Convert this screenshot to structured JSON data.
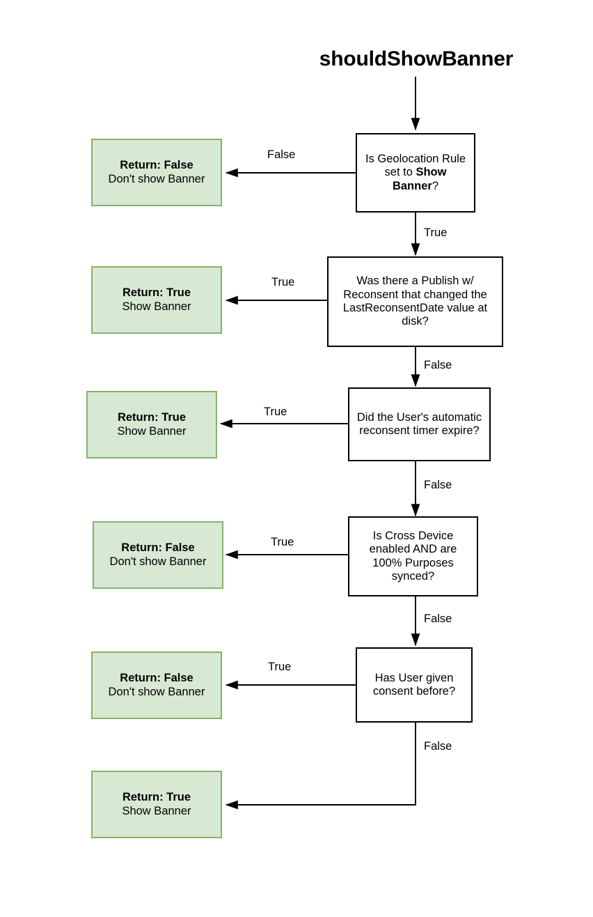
{
  "diagram": {
    "title": "shouldShowBanner",
    "type": "flowchart",
    "colors": {
      "result_fill": "#d7e8d3",
      "result_border": "#84b367",
      "decision_fill": "#ffffff",
      "decision_border": "#000000",
      "edge": "#000000",
      "text": "#000000"
    },
    "decisions": [
      {
        "id": "geolocation-rule",
        "text_parts": [
          {
            "t": "Is Geolocation Rule set to ",
            "bold": false
          },
          {
            "t": "Show Banner",
            "bold": true
          },
          {
            "t": "?",
            "bold": false
          }
        ],
        "plain": "Is Geolocation Rule set to Show Banner?"
      },
      {
        "id": "publish-reconsent",
        "text_parts": [
          {
            "t": "Was there a Publish w/ Reconsent that changed the LastReconsentDate value at disk?",
            "bold": false
          }
        ],
        "plain": "Was there a Publish w/ Reconsent that changed the LastReconsentDate value at disk?"
      },
      {
        "id": "reconsent-timer",
        "text_parts": [
          {
            "t": "Did the User's automatic reconsent timer expire?",
            "bold": false
          }
        ],
        "plain": "Did the User's automatic reconsent timer expire?"
      },
      {
        "id": "cross-device",
        "text_parts": [
          {
            "t": "Is Cross Device enabled AND are 100% Purposes synced?",
            "bold": false
          }
        ],
        "plain": "Is Cross Device enabled AND are 100% Purposes synced?"
      },
      {
        "id": "prior-consent",
        "text_parts": [
          {
            "t": "Has User given consent before?",
            "bold": false
          }
        ],
        "plain": "Has User given consent before?"
      }
    ],
    "results": [
      {
        "id": "result-1",
        "line1": "Return: False",
        "line2": "Don't show Banner"
      },
      {
        "id": "result-2",
        "line1": "Return: True",
        "line2": "Show Banner"
      },
      {
        "id": "result-3",
        "line1": "Return: True",
        "line2": "Show Banner"
      },
      {
        "id": "result-4",
        "line1": "Return: False",
        "line2": "Don't show Banner"
      },
      {
        "id": "result-5",
        "line1": "Return: False",
        "line2": "Don't show Banner"
      },
      {
        "id": "result-6",
        "line1": "Return: True",
        "line2": "Show Banner"
      }
    ],
    "edge_labels": {
      "branch_1_left": "False",
      "branch_1_down": "True",
      "branch_2_left": "True",
      "branch_2_down": "False",
      "branch_3_left": "True",
      "branch_3_down": "False",
      "branch_4_left": "True",
      "branch_4_down": "False",
      "branch_5_left": "True",
      "branch_5_down": "False"
    }
  }
}
